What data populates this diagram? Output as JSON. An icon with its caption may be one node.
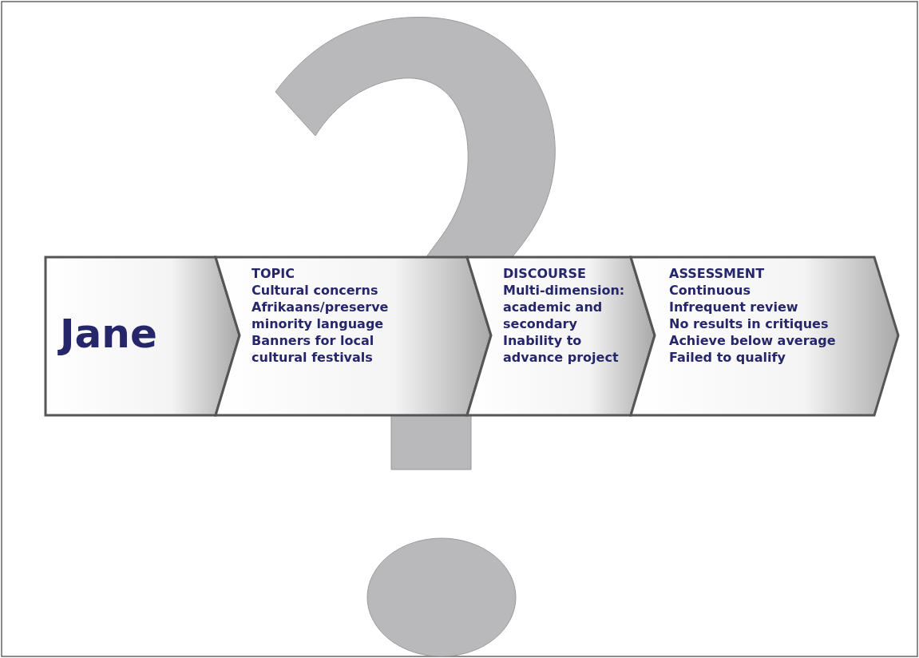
{
  "diagram": {
    "nodes": [
      {
        "text": [
          "Jane"
        ]
      },
      {
        "text": [
          "TOPIC",
          "Cultural concerns",
          "Afrikaans/preserve minority language",
          "Banners for local cultural festivals"
        ]
      },
      {
        "text": [
          "DISCOURSE",
          "Multi-dimension: academic and secondary",
          "Inability to advance project"
        ]
      },
      {
        "text": [
          "ASSESSMENT",
          "Continuous",
          "Infrequent review",
          "No results in critiques",
          "Achieve below average",
          "Failed to qualify"
        ]
      }
    ]
  }
}
